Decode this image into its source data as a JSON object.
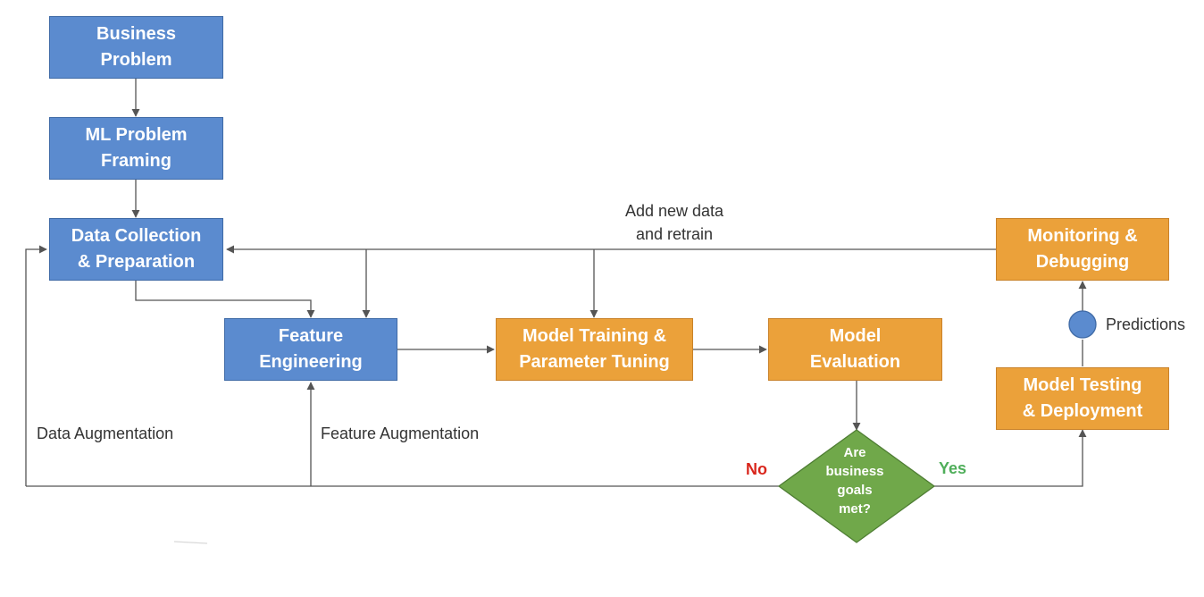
{
  "colors": {
    "process_blue": "#5b8bcf",
    "process_orange": "#eba13a",
    "decision_green": "#70a84a",
    "no_red": "#d9261c",
    "yes_green": "#4fae5a",
    "connector": "#555555"
  },
  "nodes": {
    "business_problem": "Business\nProblem",
    "ml_problem_framing": "ML Problem\nFraming",
    "data_collection": "Data Collection\n& Preparation",
    "feature_engineering": "Feature\nEngineering",
    "model_training": "Model Training &\nParameter Tuning",
    "model_evaluation": "Model\nEvaluation",
    "decision": "Are\nbusiness\ngoals\nmet?",
    "model_testing": "Model Testing\n& Deployment",
    "monitoring": "Monitoring &\nDebugging"
  },
  "labels": {
    "add_new_data": "Add new data\nand retrain",
    "data_augmentation": "Data Augmentation",
    "feature_augmentation": "Feature Augmentation",
    "predictions": "Predictions",
    "no": "No",
    "yes": "Yes"
  }
}
